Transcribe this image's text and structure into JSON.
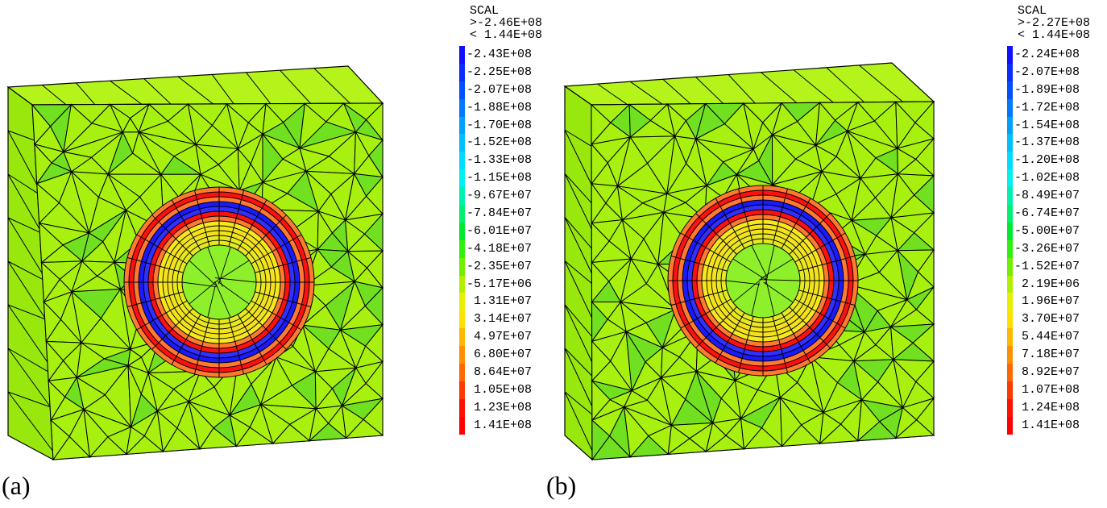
{
  "panels": [
    {
      "label": "(a)",
      "legend": {
        "title": "SCAL",
        "range_max": ">-2.46E+08",
        "range_min": "< 1.44E+08",
        "entries": [
          "-2.43E+08",
          "-2.25E+08",
          "-2.07E+08",
          "-1.88E+08",
          "-1.70E+08",
          "-1.52E+08",
          "-1.33E+08",
          "-1.15E+08",
          "-9.67E+07",
          "-7.84E+07",
          "-6.01E+07",
          "-4.18E+07",
          "-2.35E+07",
          "-5.17E+06",
          " 1.31E+07",
          " 3.14E+07",
          " 4.97E+07",
          " 6.80E+07",
          " 8.64E+07",
          " 1.05E+08",
          " 1.23E+08",
          " 1.41E+08"
        ]
      }
    },
    {
      "label": "(b)",
      "legend": {
        "title": "SCAL",
        "range_max": ">-2.27E+08",
        "range_min": "< 1.44E+08",
        "entries": [
          "-2.24E+08",
          "-2.07E+08",
          "-1.89E+08",
          "-1.72E+08",
          "-1.54E+08",
          "-1.37E+08",
          "-1.20E+08",
          "-1.02E+08",
          "-8.49E+07",
          "-6.74E+07",
          "-5.00E+07",
          "-3.26E+07",
          "-1.52E+07",
          " 2.19E+06",
          " 1.96E+07",
          " 3.70E+07",
          " 5.44E+07",
          " 7.18E+07",
          " 8.92E+07",
          " 1.07E+08",
          " 1.24E+08",
          " 1.41E+08"
        ]
      }
    }
  ],
  "colors": {
    "legend_scale": [
      "#1010ff",
      "#0b2bff",
      "#0050ff",
      "#0078ff",
      "#00a0ff",
      "#00c0ff",
      "#00dcff",
      "#00f0f0",
      "#00f0b0",
      "#00f070",
      "#00e830",
      "#30f010",
      "#70f000",
      "#b0f000",
      "#e8f000",
      "#ffe000",
      "#ffb800",
      "#ff9000",
      "#ff6800",
      "#ff3800",
      "#ff1000",
      "#ff0000"
    ],
    "field_background": "#a8f010",
    "field_dark": "#70e020",
    "inner_yellow": "#f6e81c",
    "inner_green": "#8ef02a",
    "ring_blue": "#1a1aff",
    "ring_red": "#ff1010",
    "ring_orange": "#ff7a30",
    "mesh_line": "#000000",
    "box_top": "#b4f41a",
    "box_side": "#98e80e"
  }
}
